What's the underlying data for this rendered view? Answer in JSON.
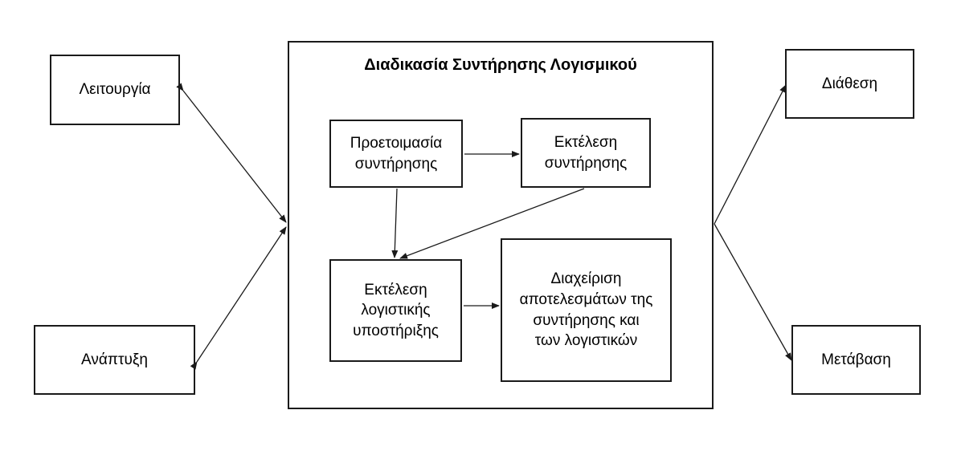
{
  "main_process": {
    "title": "Διαδικασία Συντήρησης Λογισμικού"
  },
  "outer_nodes": {
    "operation": "Λειτουργία",
    "development": "Ανάπτυξη",
    "disposal": "Διάθεση",
    "migration": "Μετάβαση"
  },
  "inner_nodes": {
    "preparation": [
      "Προετοιμασία",
      "συντήρησης"
    ],
    "execution": [
      "Εκτέλεση",
      "συντήρησης"
    ],
    "support": [
      "Εκτέλεση",
      "λογιστικής",
      "υποστήριξης"
    ],
    "results": [
      "Διαχείριση",
      "αποτελεσμάτων της",
      "συντήρησης και",
      "των λογιστικών"
    ]
  },
  "colors": {
    "stroke": "#1a1a1a",
    "background": "#ffffff"
  }
}
